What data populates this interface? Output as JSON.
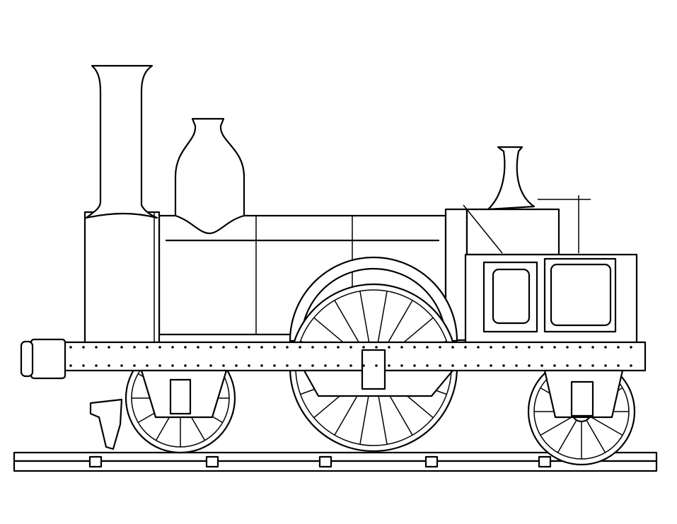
{
  "illustration": {
    "subject": "locomotive-line-drawing",
    "colors": {
      "ink": "#000000",
      "paper": "#ffffff"
    },
    "wheels": [
      {
        "id": "leading",
        "spokes": 12
      },
      {
        "id": "driving",
        "spokes": 18
      },
      {
        "id": "trailing",
        "spokes": 12
      }
    ]
  }
}
